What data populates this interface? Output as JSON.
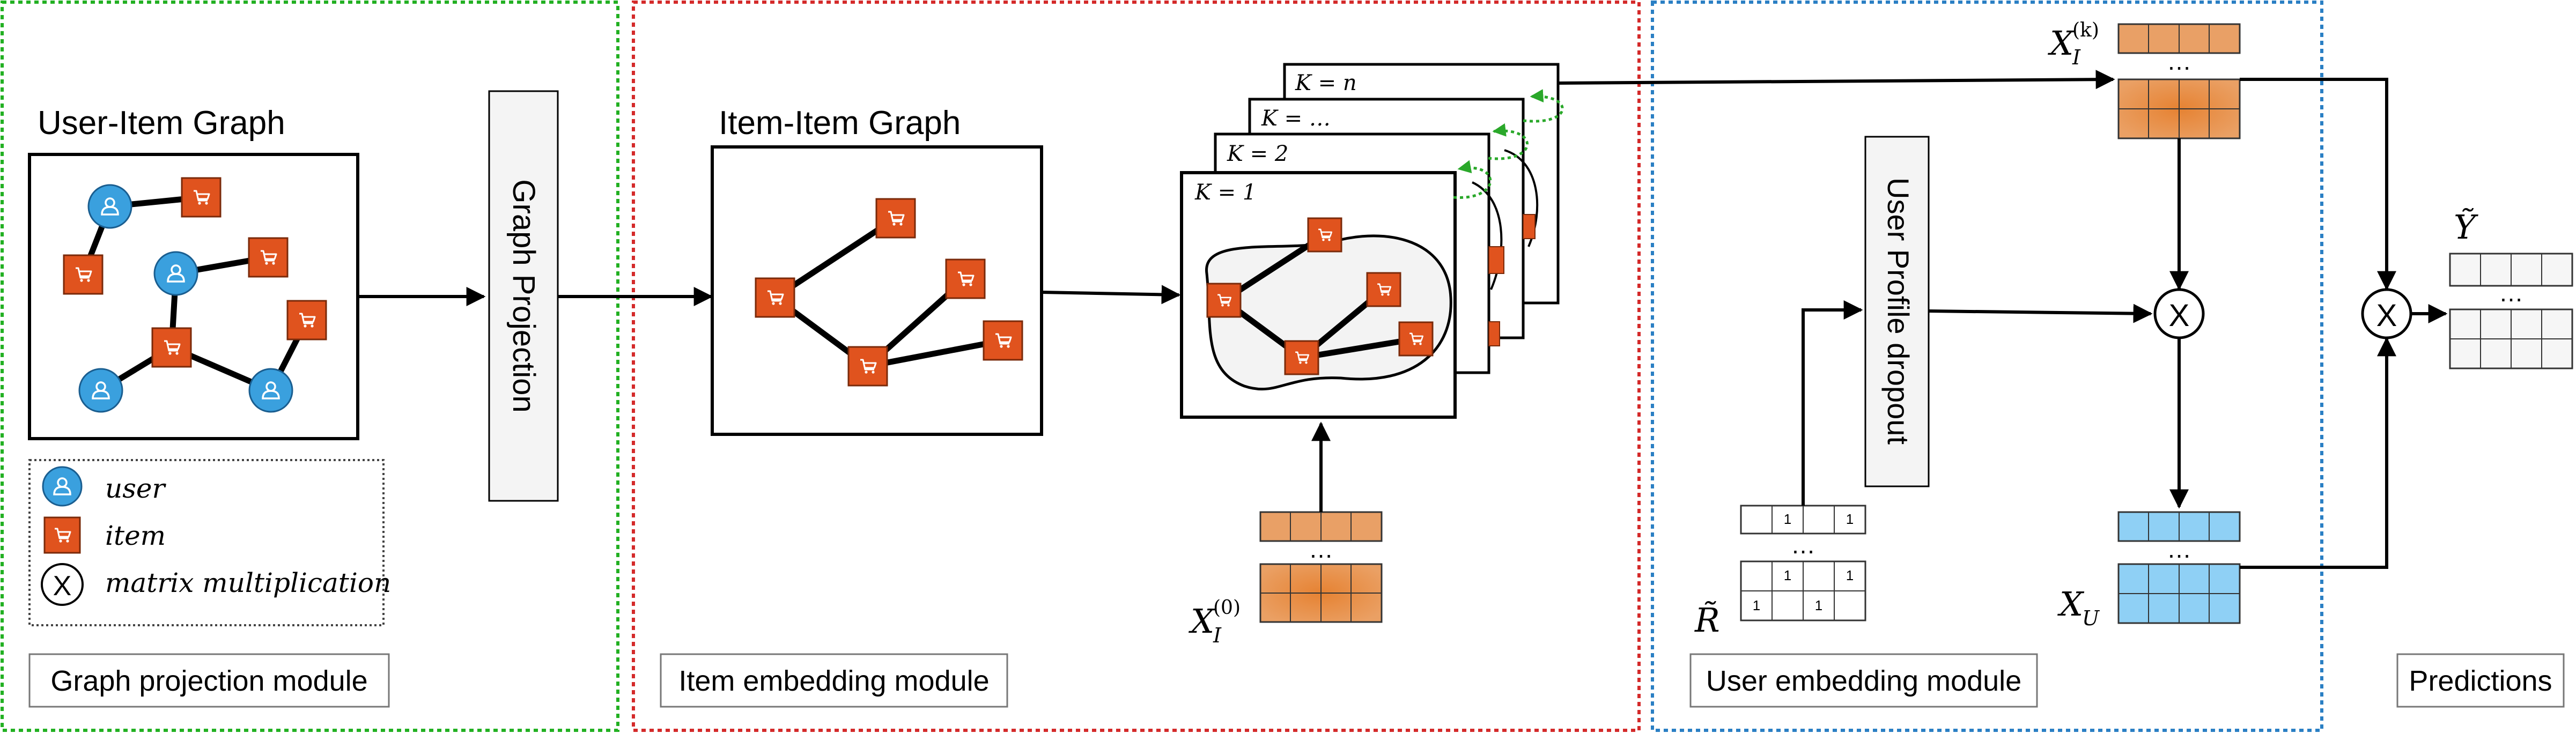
{
  "colors": {
    "green_border": "#22b022",
    "red_border": "#d42a2a",
    "blue_border": "#2a7fc4",
    "user_node": "#3aa0de",
    "item_node": "#e0531e",
    "item_tile": "#e9a066",
    "item_tile_inner": "#e88a3e",
    "user_tile": "#8fd0f5",
    "dashed_arrow": "#2aa82a"
  },
  "modules": {
    "graph_projection": "Graph projection module",
    "item_embedding": "Item embedding module",
    "user_embedding": "User embedding module",
    "predictions": "Predictions"
  },
  "user_item_graph": {
    "title": "User-Item Graph"
  },
  "graph_projection_box": "Graph Projection",
  "item_item_graph": {
    "title": "Item-Item Graph"
  },
  "legend": {
    "user": "user",
    "item": "item",
    "matmul_symbol": "X",
    "matmul": "matrix multiplication"
  },
  "k_layers": {
    "k1": "K = 1",
    "k2": "K = 2",
    "kdots": "K = …",
    "kn": "K = n"
  },
  "user_profile_dropout": "User Profile dropout",
  "labels": {
    "x_i0_base": "X",
    "x_i0_sub": "I",
    "x_i0_sup": "(0)",
    "x_ik_base": "X",
    "x_ik_sub": "I",
    "x_ik_sup": "(k)",
    "x_u_base": "X",
    "x_u_sub": "U",
    "r_tilde": "R̃",
    "y_tilde": "Ỹ",
    "dots": "…",
    "mult_symbol": "X"
  },
  "r_matrix": {
    "rows": [
      [
        "",
        "1",
        "",
        "1"
      ],
      [
        "",
        "1",
        "",
        "1"
      ],
      [
        "1",
        "",
        "1",
        ""
      ]
    ]
  }
}
